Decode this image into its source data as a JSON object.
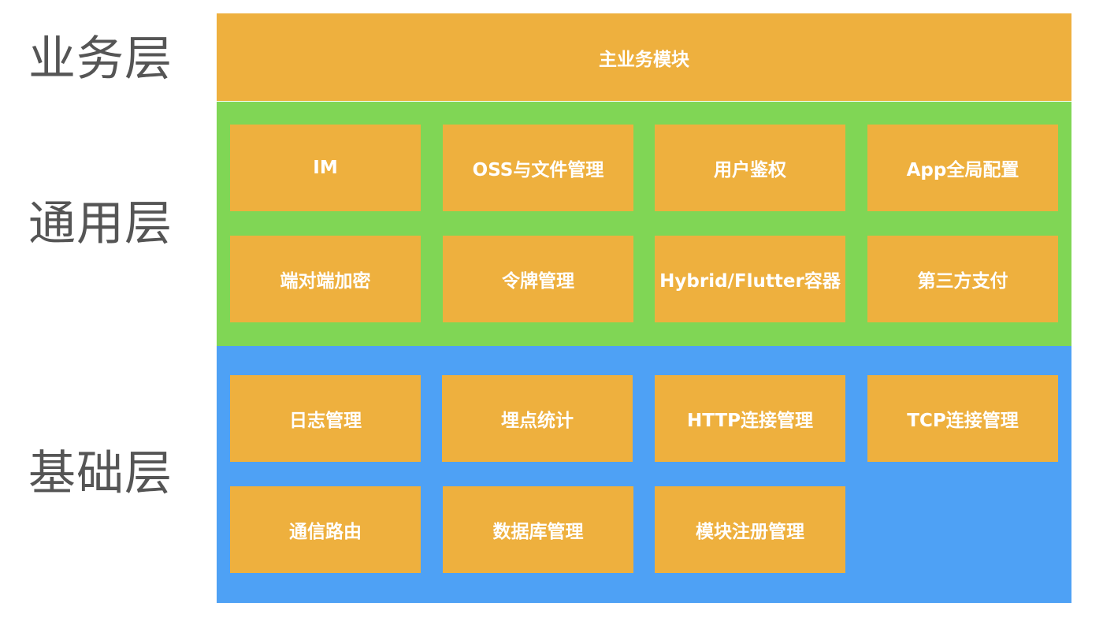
{
  "layers": {
    "business": {
      "label": "业务层",
      "title": "主业务模块"
    },
    "common": {
      "label": "通用层",
      "modules": [
        "IM",
        "OSS与文件管理",
        "用户鉴权",
        "App全局配置",
        "端对端加密",
        "令牌管理",
        "Hybrid/Flutter容器",
        "第三方支付"
      ]
    },
    "base": {
      "label": "基础层",
      "modules": [
        "日志管理",
        "埋点统计",
        "HTTP连接管理",
        "TCP连接管理",
        "通信路由",
        "数据库管理",
        "模块注册管理"
      ]
    }
  },
  "colors": {
    "business": "#EEB03E",
    "common": "#80D655",
    "base": "#4EA1F5",
    "module": "#EEB03E",
    "label_text": "#555555"
  }
}
